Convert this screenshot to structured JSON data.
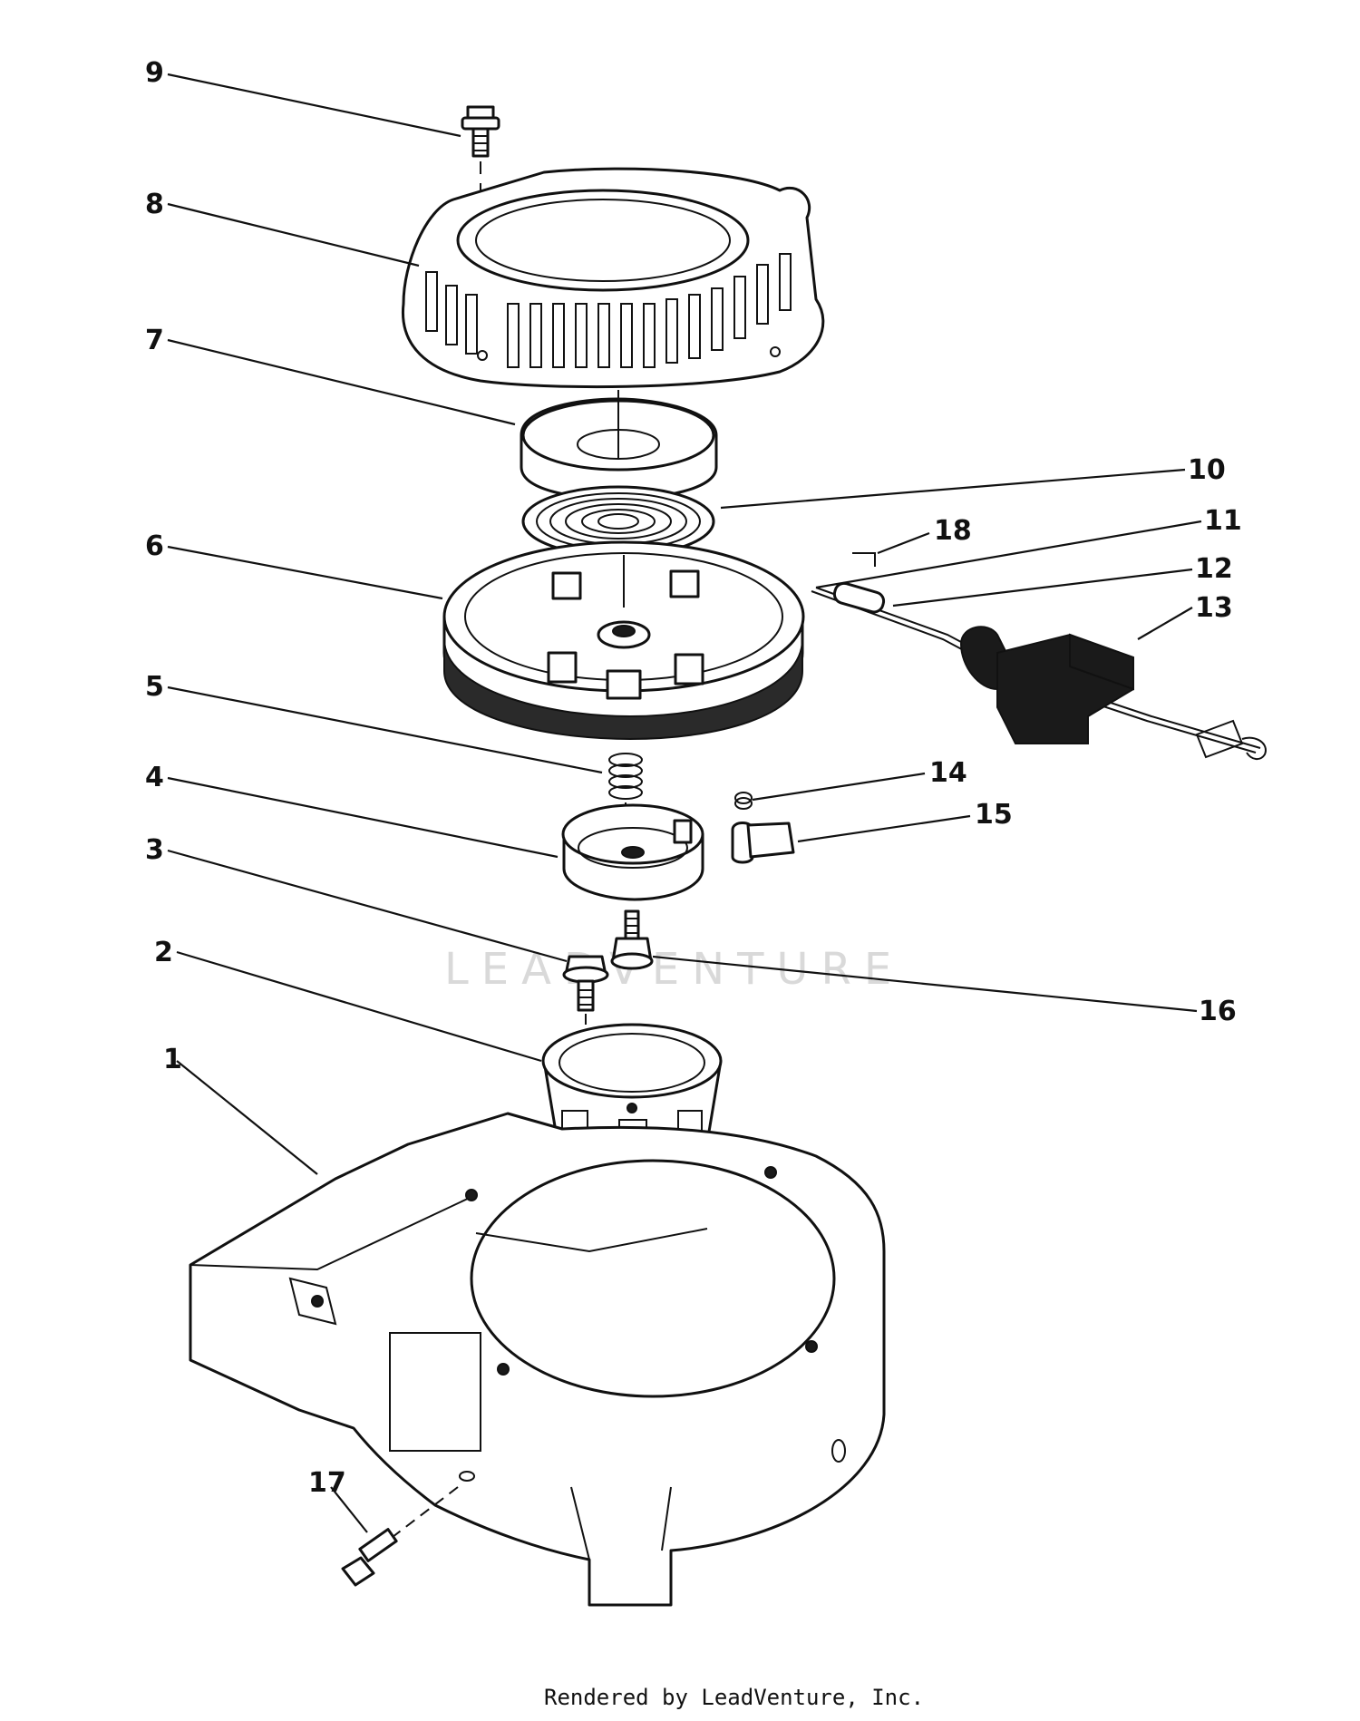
{
  "diagram": {
    "watermark": "LEADVENTURE",
    "footer": "Rendered by LeadVenture, Inc.",
    "callouts": [
      {
        "id": "1",
        "label": "1"
      },
      {
        "id": "2",
        "label": "2"
      },
      {
        "id": "3",
        "label": "3"
      },
      {
        "id": "4",
        "label": "4"
      },
      {
        "id": "5",
        "label": "5"
      },
      {
        "id": "6",
        "label": "6"
      },
      {
        "id": "7",
        "label": "7"
      },
      {
        "id": "8",
        "label": "8"
      },
      {
        "id": "9",
        "label": "9"
      },
      {
        "id": "10",
        "label": "10"
      },
      {
        "id": "11",
        "label": "11"
      },
      {
        "id": "12",
        "label": "12"
      },
      {
        "id": "13",
        "label": "13"
      },
      {
        "id": "14",
        "label": "14"
      },
      {
        "id": "15",
        "label": "15"
      },
      {
        "id": "16",
        "label": "16"
      },
      {
        "id": "17",
        "label": "17"
      },
      {
        "id": "18",
        "label": "18"
      }
    ]
  }
}
